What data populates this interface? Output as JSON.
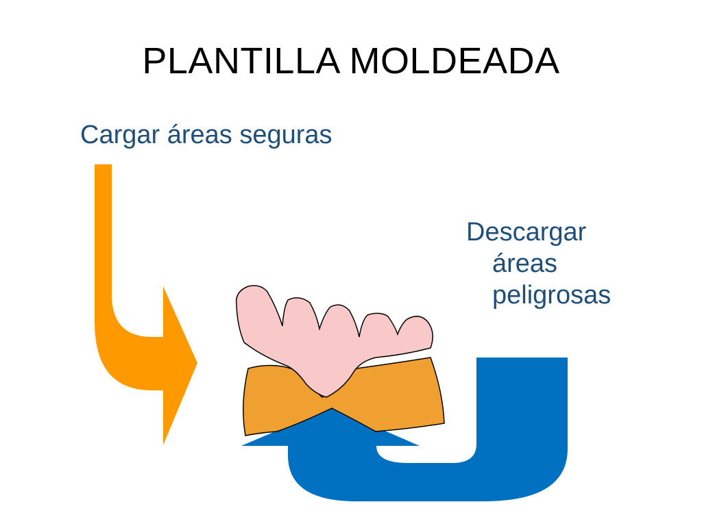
{
  "slide": {
    "title": "PLANTILLA MOLDEADA",
    "load_label": "Cargar áreas seguras",
    "unload_label_lines": [
      "Descargar",
      "áreas",
      "peligrosas"
    ]
  },
  "colors": {
    "title_text": "#000000",
    "label_text": "#1f4e79",
    "orange_arrow": "#ff9900",
    "blue_arrow": "#0070c0",
    "insole_fill": "#f0a030",
    "foot_fill": "#f9c9c9",
    "outline": "#000000"
  },
  "icons": {
    "load_arrow": "orange-down-right-arrow",
    "unload_arrow": "blue-u-turn-arrow",
    "foot": "foot-cross-section",
    "insole": "molded-insole"
  }
}
